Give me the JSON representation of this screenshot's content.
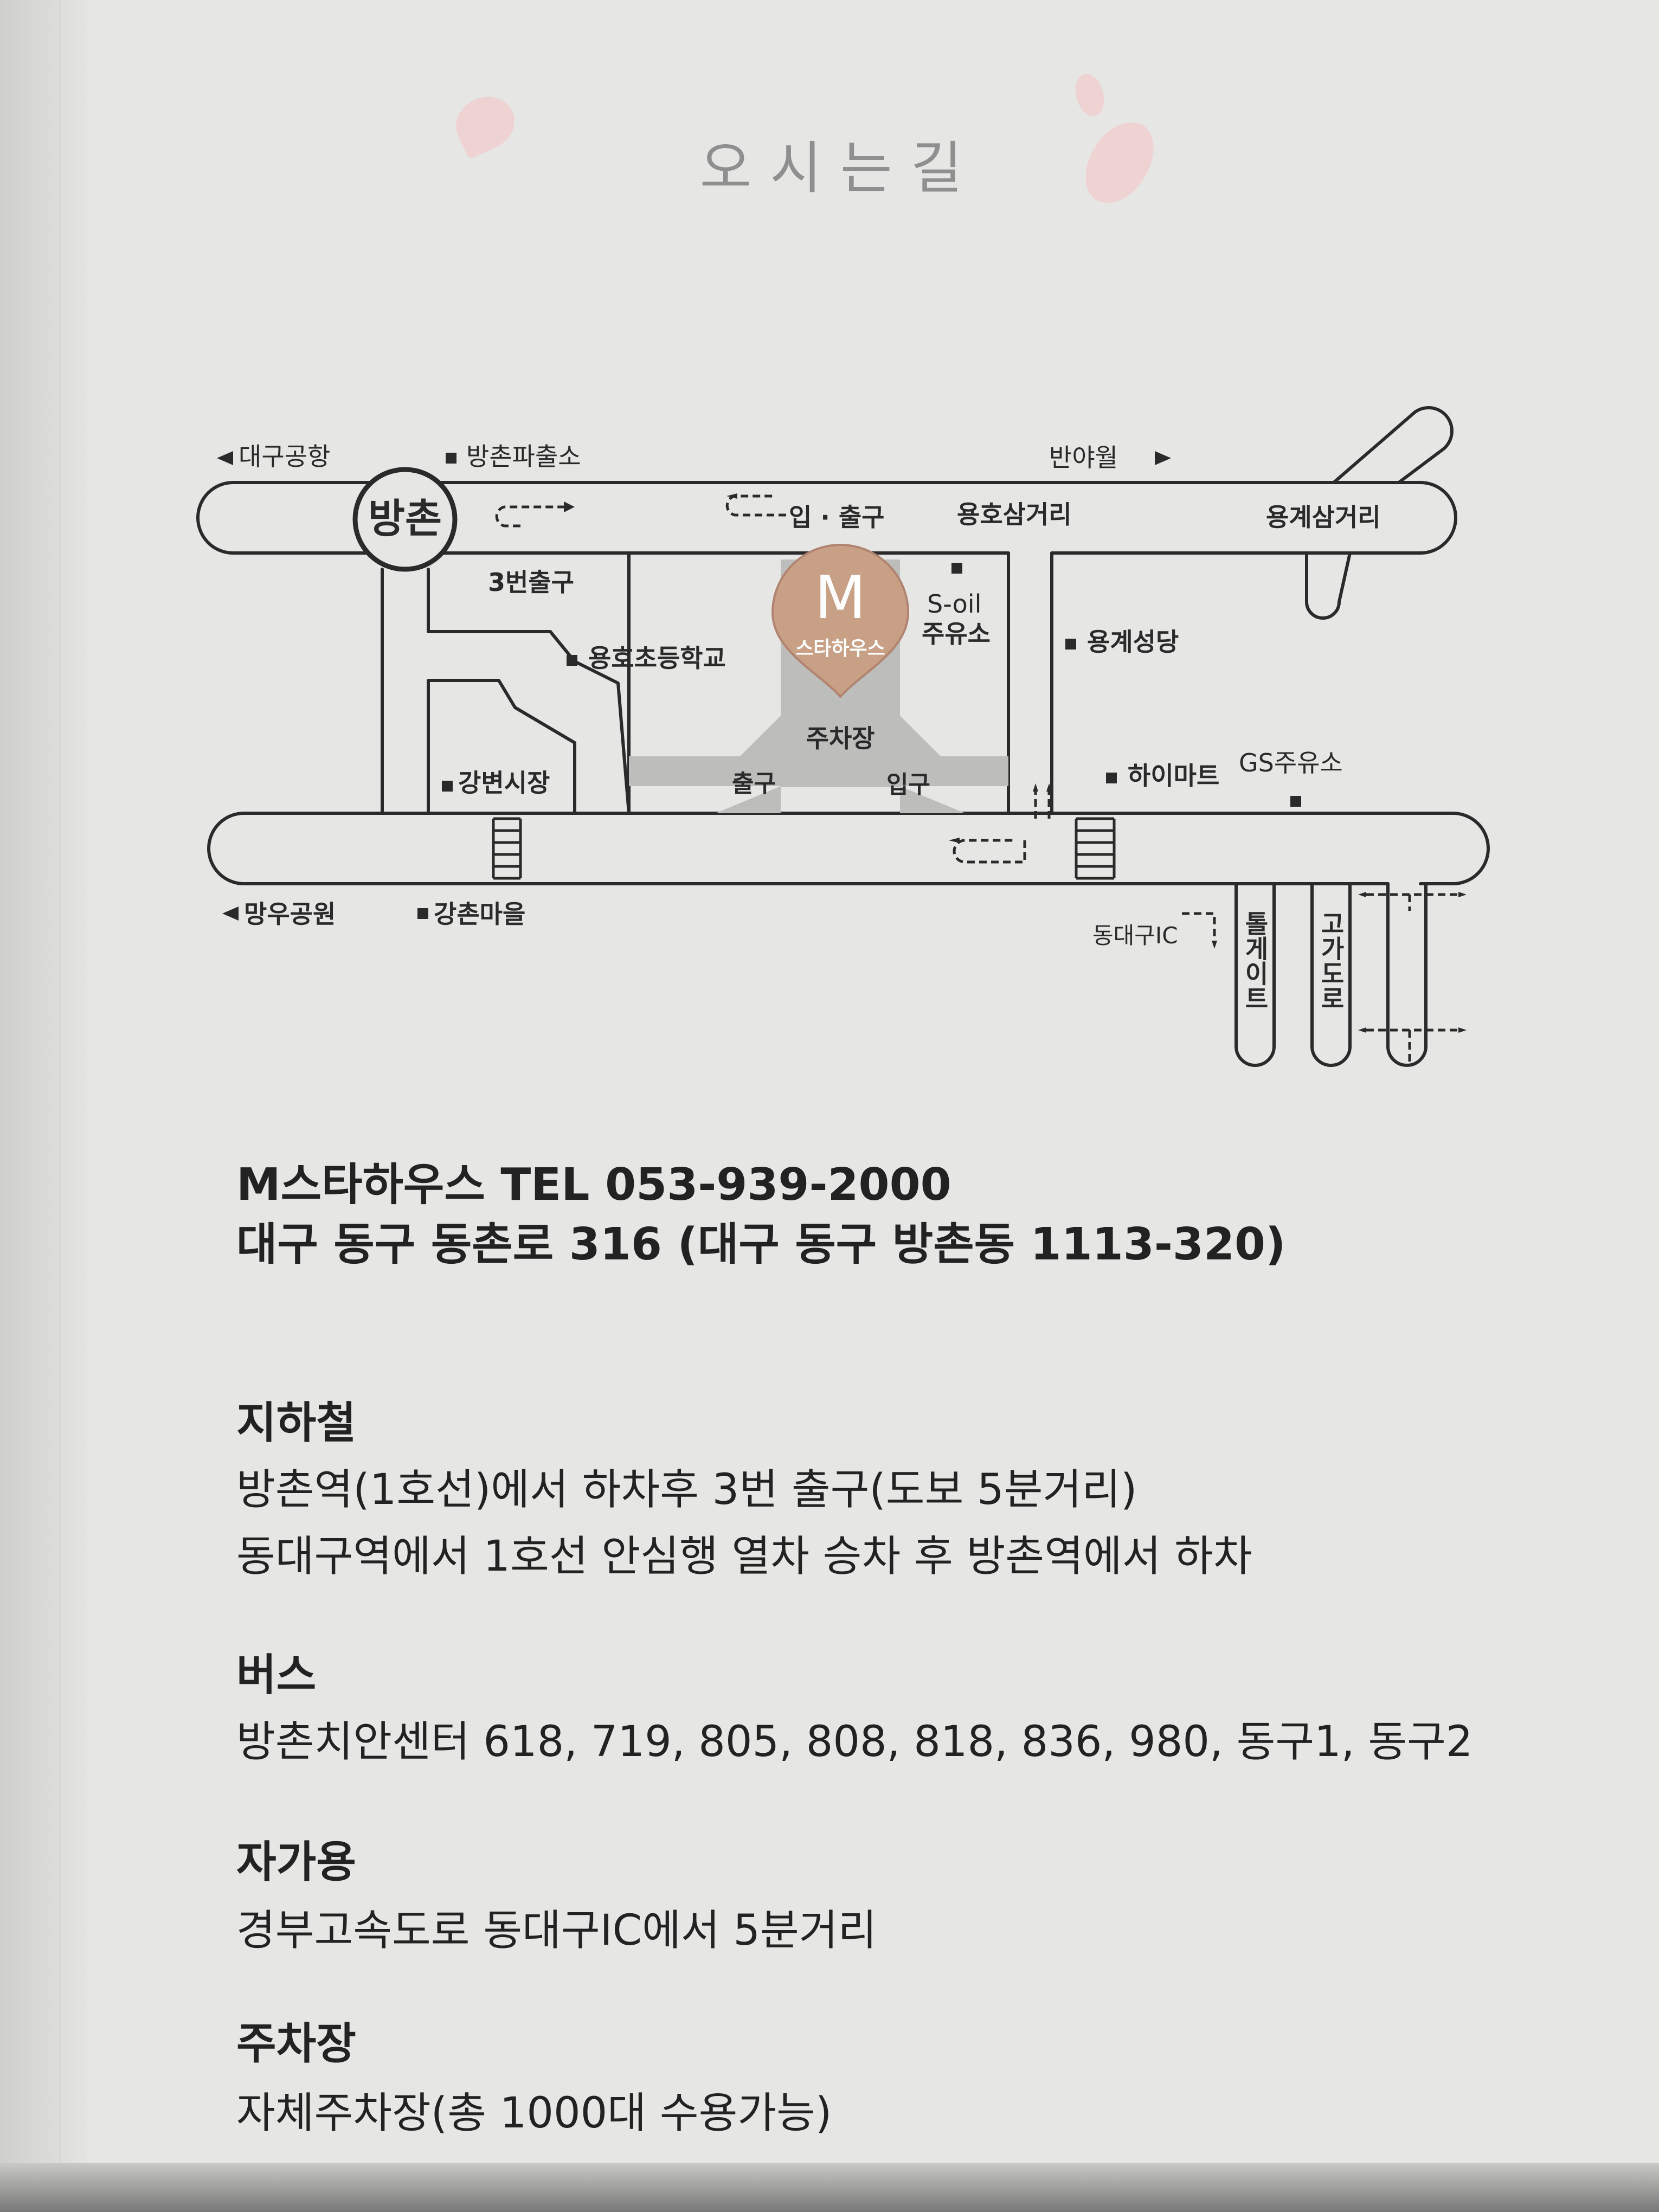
{
  "title": "오시는길",
  "map": {
    "labels": {
      "daegu_airport": "대구공항",
      "bangchon_police": "방촌파출소",
      "banyawol": "반야월",
      "bangchon_station": "방촌",
      "exit3": "3번출구",
      "entrance_exit_top": "입 · 출구",
      "yongho_intersection": "용호삼거리",
      "yonggye_intersection": "용계삼거리",
      "soil_line1": "S-oil",
      "soil_line2": "주유소",
      "m_logo": "M",
      "m_name": "스타하우스",
      "yongho_school": "용호초등학교",
      "yonggye_church": "용계성당",
      "parking": "주차장",
      "exit_lower": "출구",
      "entrance_lower": "입구",
      "gangbyeon_market": "강변시장",
      "himart": "하이마트",
      "gs_station": "GS주유소",
      "mangwoo_park": "망우공원",
      "gangchon_village": "강촌마을",
      "dongdaegu_ic": "동대구IC",
      "tollgate": "톨게이트",
      "elevated_road": "고가도로"
    }
  },
  "venue": {
    "line1": "M스타하우스   TEL 053-939-2000",
    "line2": "대구 동구 동촌로 316 (대구 동구 방촌동 1113-320)"
  },
  "sections": [
    {
      "heading": "지하철",
      "lines": [
        "방촌역(1호선)에서 하차후 3번 출구(도보 5분거리)",
        "동대구역에서 1호선 안심행 열차 승차 후 방촌역에서 하차"
      ]
    },
    {
      "heading": "버스",
      "lines": [
        "방촌치안센터 618, 719, 805, 808, 818, 836, 980, 동구1, 동구2"
      ]
    },
    {
      "heading": "자가용",
      "lines": [
        "경부고속도로 동대구IC에서 5분거리"
      ]
    },
    {
      "heading": "주차장",
      "lines": [
        "자체주차장(총 1000대 수용가능)"
      ]
    }
  ],
  "colors": {
    "brand_marker": "#c8a086",
    "parking_area": "#bdbdbb",
    "petal": "#f0cfcf"
  }
}
